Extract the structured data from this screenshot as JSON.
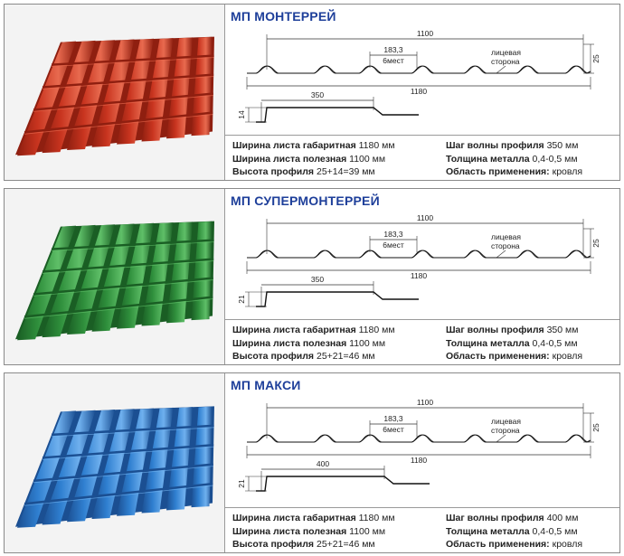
{
  "products": [
    {
      "title": "МП МОНТЕРРЕЙ",
      "color": "#c8341f",
      "color_dark": "#8f1f10",
      "color_light": "#e86a4f",
      "dims": {
        "width_useful": "1100",
        "width_total": "1180",
        "step": "183,3",
        "step_count": "6мест",
        "face_side_1": "лицевая",
        "face_side_2": "сторона",
        "height_top": "25",
        "wave_step": "350",
        "height_step": "14"
      },
      "specs_left": [
        {
          "label": "Ширина листа габаритная",
          "value": "1180 мм"
        },
        {
          "label": "Ширина листа полезная",
          "value": "1100 мм"
        },
        {
          "label": "Высота профиля",
          "value": "25+14=39 мм"
        }
      ],
      "specs_right": [
        {
          "label": "Шаг волны профиля",
          "value": "350 мм"
        },
        {
          "label": "Толщина металла",
          "value": "0,4-0,5 мм"
        },
        {
          "label": "Область применения:",
          "value": "кровля"
        }
      ]
    },
    {
      "title": "МП СУПЕРМОНТЕРРЕЙ",
      "color": "#2f8f3c",
      "color_dark": "#1a5e24",
      "color_light": "#5fbf68",
      "dims": {
        "width_useful": "1100",
        "width_total": "1180",
        "step": "183,3",
        "step_count": "6мест",
        "face_side_1": "лицевая",
        "face_side_2": "сторона",
        "height_top": "25",
        "wave_step": "350",
        "height_step": "21"
      },
      "specs_left": [
        {
          "label": "Ширина листа габаритная",
          "value": "1180 мм"
        },
        {
          "label": "Ширина листа полезная",
          "value": "1100 мм"
        },
        {
          "label": "Высота профиля",
          "value": "25+21=46 мм"
        }
      ],
      "specs_right": [
        {
          "label": "Шаг волны профиля",
          "value": "350 мм"
        },
        {
          "label": "Толщина металла",
          "value": "0,4-0,5 мм"
        },
        {
          "label": "Область применения:",
          "value": "кровля"
        }
      ]
    },
    {
      "title": "МП МАКСИ",
      "color": "#2f7fd0",
      "color_dark": "#1b4f92",
      "color_light": "#6fb0ee",
      "dims": {
        "width_useful": "1100",
        "width_total": "1180",
        "step": "183,3",
        "step_count": "6мест",
        "face_side_1": "лицевая",
        "face_side_2": "сторона",
        "height_top": "25",
        "wave_step": "400",
        "height_step": "21"
      },
      "specs_left": [
        {
          "label": "Ширина листа габаритная",
          "value": "1180 мм"
        },
        {
          "label": "Ширина листа полезная",
          "value": "1100 мм"
        },
        {
          "label": "Высота профиля",
          "value": "25+21=46 мм"
        }
      ],
      "specs_right": [
        {
          "label": "Шаг волны профиля",
          "value": "400 мм"
        },
        {
          "label": "Толщина металла",
          "value": "0,4-0,5 мм"
        },
        {
          "label": "Область применения:",
          "value": "кровля"
        }
      ]
    }
  ]
}
